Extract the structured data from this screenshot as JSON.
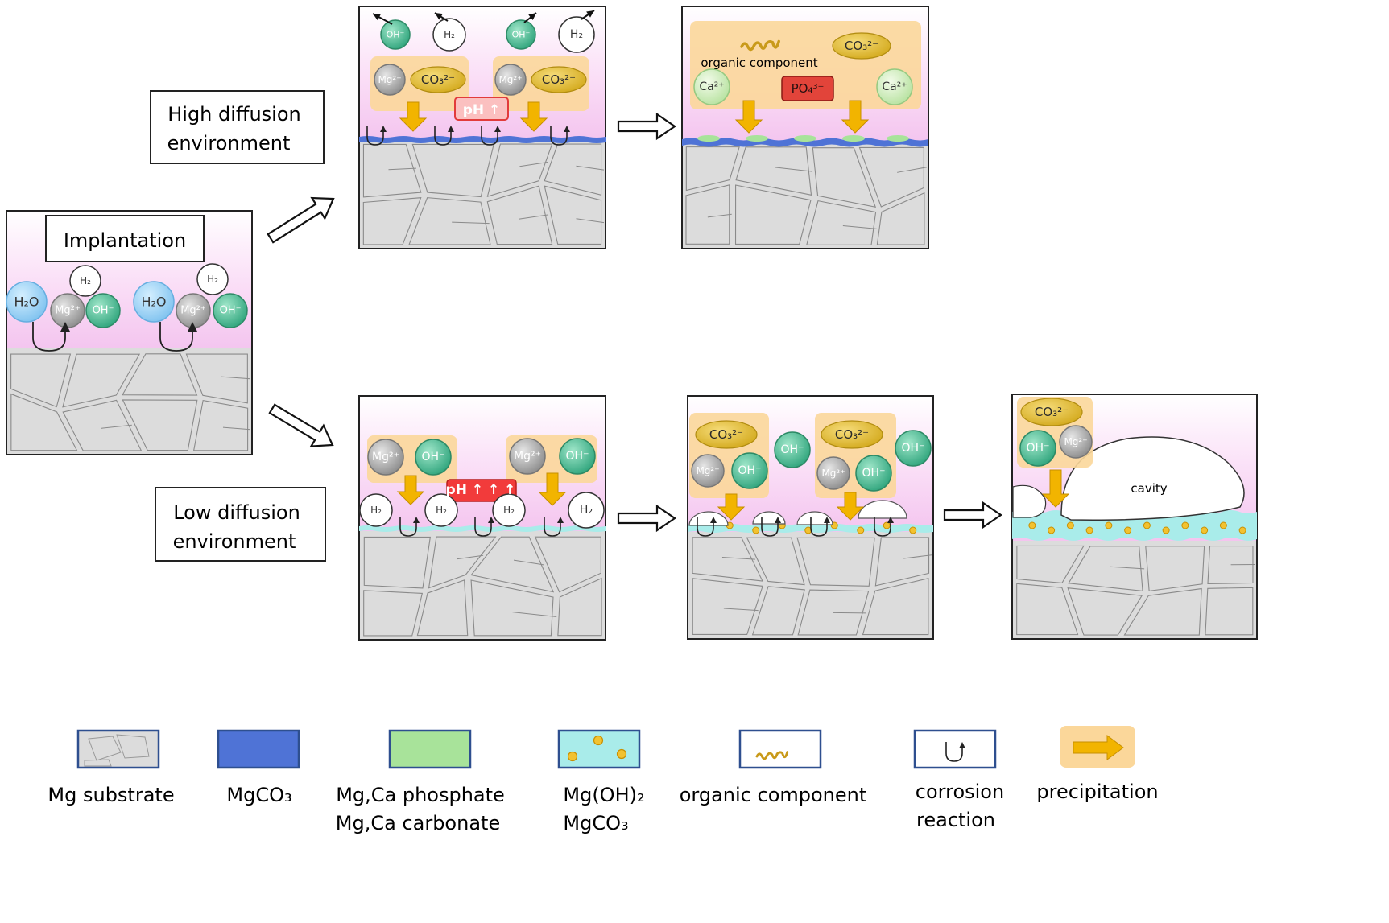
{
  "labels": {
    "implantation": "Implantation",
    "high_line1": "High diffusion",
    "high_line2": "environment",
    "low_line1": "Low diffusion",
    "low_line2": "environment",
    "ph_high": "pH ↑",
    "ph_low": "pH ↑ ↑ ↑",
    "organic_component": "organic component",
    "cavity": "cavity"
  },
  "ions": {
    "h2o": "H₂O",
    "mg": "Mg²⁺",
    "oh": "OH⁻",
    "h2": "H₂",
    "co3": "CO₃²⁻",
    "ca": "Ca²⁺",
    "po4": "PO₄³⁻"
  },
  "legend": [
    {
      "key": "mg_substrate",
      "line1": "Mg substrate",
      "line2": ""
    },
    {
      "key": "mgco3",
      "line1": "MgCO₃",
      "line2": ""
    },
    {
      "key": "phosphate",
      "line1": "Mg,Ca phosphate",
      "line2": "Mg,Ca carbonate"
    },
    {
      "key": "mgoh2",
      "line1": "Mg(OH)₂",
      "line2": "MgCO₃"
    },
    {
      "key": "organic",
      "line1": "organic component",
      "line2": ""
    },
    {
      "key": "corrosion",
      "line1": "corrosion",
      "line2": "reaction"
    },
    {
      "key": "precipitation",
      "line1": "precipitation",
      "line2": ""
    }
  ],
  "colors": {
    "oh": "#3fb88e",
    "mg": "#9a9a9a",
    "h2o": "#8fcdf2",
    "co3": "#e0b82e",
    "ca": "#c6eab2",
    "po4": "#e2443a",
    "mgco3_layer": "#4f73d6",
    "phosphate_layer": "#a8e39a",
    "mgoh2_layer": "#a9ecea",
    "precip_arrow": "#f2b400",
    "precip_box": "#fbd79a",
    "ph_box": "#f23b3b",
    "substrate": "#dcdcdc",
    "solution": "#f6c8f2"
  }
}
